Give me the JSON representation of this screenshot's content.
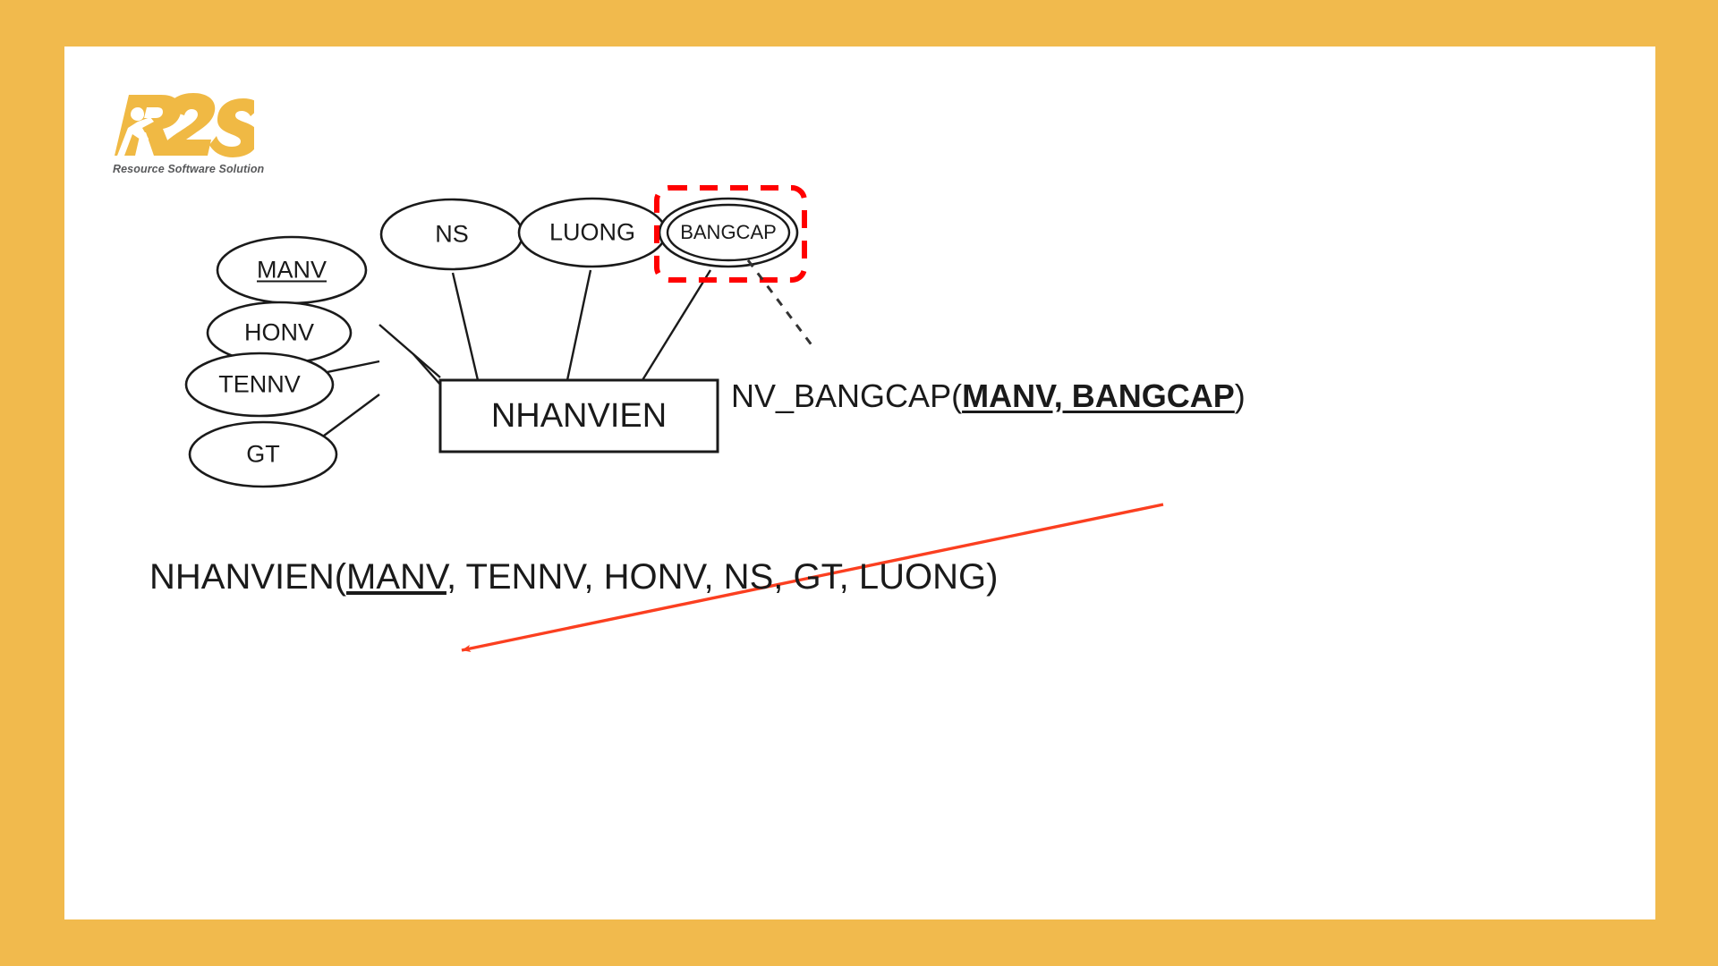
{
  "slide": {
    "background_color": "#f1ba4d",
    "card_color": "#ffffff"
  },
  "brand": {
    "name": "R2S",
    "tagline": "Resource Software Solution",
    "logo_color": "#f0b944",
    "tagline_color": "#58595b"
  },
  "diagram": {
    "title": "NHANVIEN ER diagram",
    "entity": {
      "name": "NHANVIEN"
    },
    "attributes": [
      {
        "id": "manv",
        "label": "MANV",
        "type": "key"
      },
      {
        "id": "honv",
        "label": "HONV",
        "type": "simple"
      },
      {
        "id": "tennv",
        "label": "TENNV",
        "type": "simple"
      },
      {
        "id": "gt",
        "label": "GT",
        "type": "simple"
      },
      {
        "id": "ns",
        "label": "NS",
        "type": "simple"
      },
      {
        "id": "luong",
        "label": "LUONG",
        "type": "simple"
      },
      {
        "id": "bangcap",
        "label": "BANGCAP",
        "type": "multivalued"
      }
    ],
    "highlight": {
      "target": "bangcap",
      "style": "dashed-rounded-rectangle",
      "color": "#ff0000"
    },
    "arrow": {
      "color": "#fb3f20",
      "from": "NV_BANGCAP relation text",
      "to": "NHANVIEN relation text"
    },
    "leader_line": {
      "color": "#333333",
      "style": "dashed",
      "from": "bangcap",
      "to": "NV_BANGCAP relation text"
    }
  },
  "relations": {
    "nv_bangcap": {
      "prefix": "NV_BANGCAP(",
      "key_part": "MANV, BANGCAP",
      "suffix": ")"
    },
    "nhanvien": {
      "prefix": "NHANVIEN(",
      "key_part": "MANV",
      "suffix": ", TENNV, HONV, NS, GT, LUONG)"
    }
  }
}
